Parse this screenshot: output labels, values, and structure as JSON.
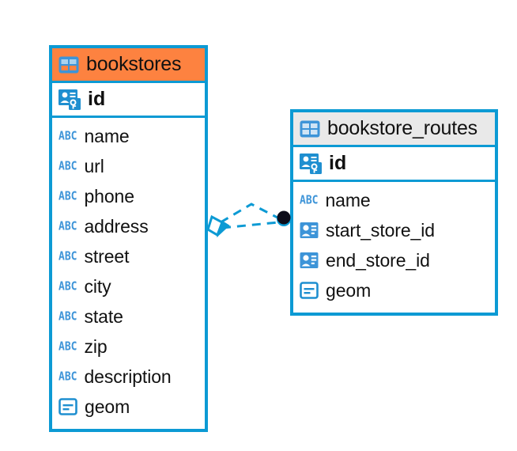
{
  "diagram": {
    "type": "entity-relationship-diagram",
    "background": "#ffffff",
    "accent_color": "#0c9ad4",
    "highlight_color": "#fd8240",
    "icon_blue": "#3d94d8",
    "connector_color": "#0c9ad4",
    "endpoint_color": "#0d0d1a"
  },
  "tables": [
    {
      "name": "bookstores",
      "header_style": "orange",
      "primary_key": {
        "label": "id",
        "icon": "primary-key-icon"
      },
      "fields": [
        {
          "label": "name",
          "icon": "abc-text-icon"
        },
        {
          "label": "url",
          "icon": "abc-text-icon"
        },
        {
          "label": "phone",
          "icon": "abc-text-icon"
        },
        {
          "label": "address",
          "icon": "abc-text-icon"
        },
        {
          "label": "street",
          "icon": "abc-text-icon"
        },
        {
          "label": "city",
          "icon": "abc-text-icon"
        },
        {
          "label": "state",
          "icon": "abc-text-icon"
        },
        {
          "label": "zip",
          "icon": "abc-text-icon"
        },
        {
          "label": "description",
          "icon": "abc-text-icon"
        },
        {
          "label": "geom",
          "icon": "geometry-icon"
        }
      ]
    },
    {
      "name": "bookstore_routes",
      "header_style": "grey",
      "primary_key": {
        "label": "id",
        "icon": "primary-key-icon"
      },
      "fields": [
        {
          "label": "name",
          "icon": "abc-text-icon"
        },
        {
          "label": "start_store_id",
          "icon": "foreign-key-icon"
        },
        {
          "label": "end_store_id",
          "icon": "foreign-key-icon"
        },
        {
          "label": "geom",
          "icon": "geometry-icon"
        }
      ]
    }
  ],
  "icon_text": {
    "abc": "ABC"
  },
  "relationship": {
    "from_table": "bookstores",
    "to_table": "bookstore_routes",
    "line_style": "dashed",
    "source_marker": "diamond-marker",
    "target_marker": "filled-circle-marker"
  }
}
